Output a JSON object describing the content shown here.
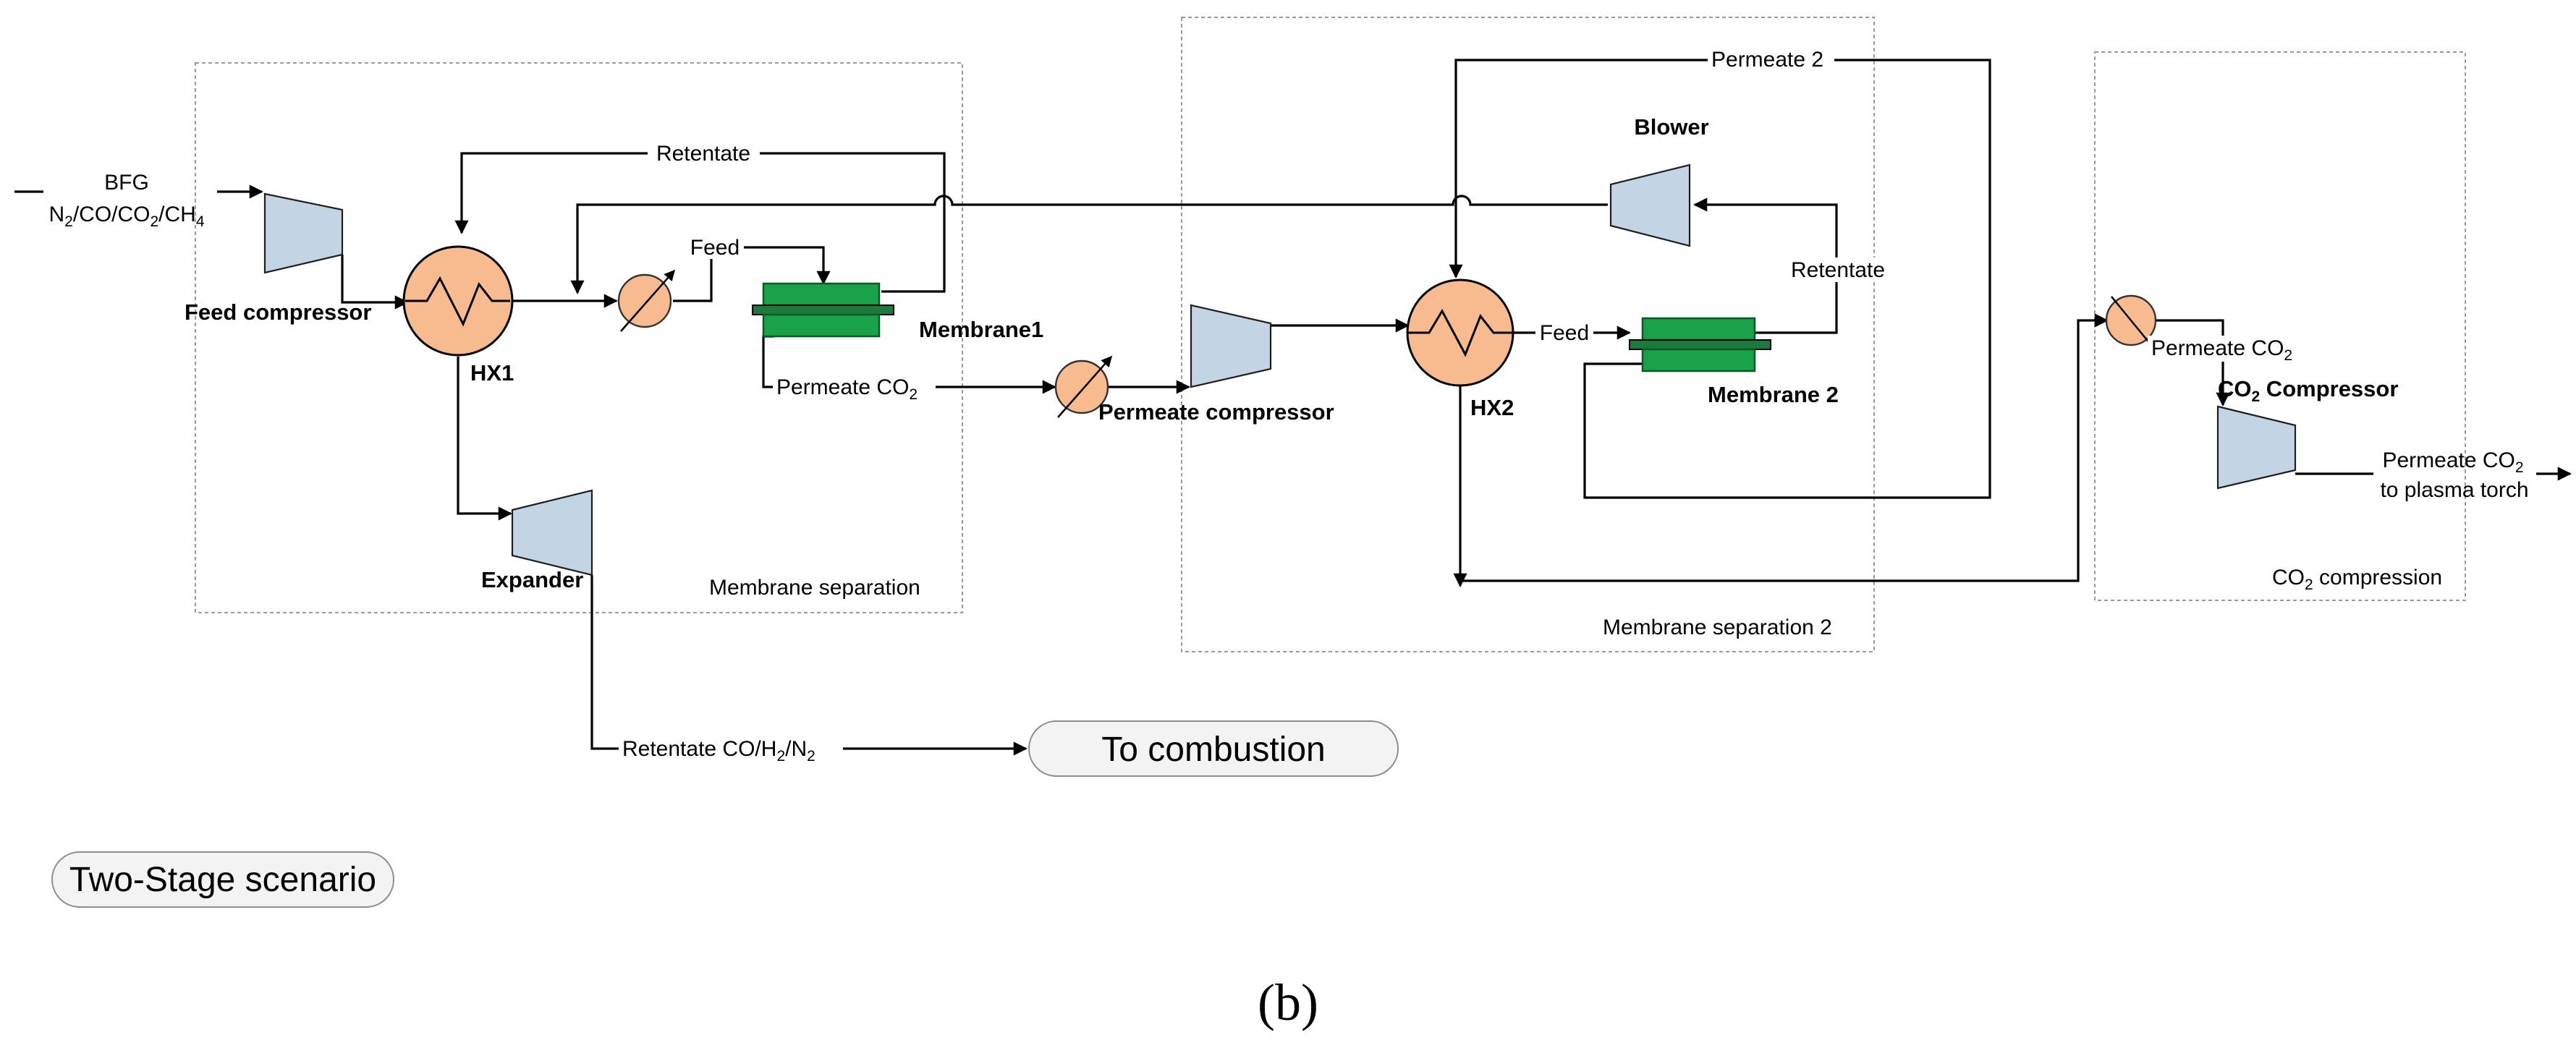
{
  "labels": {
    "bfg_line1": "BFG",
    "bfg_line2": [
      "N",
      "2",
      "/CO/CO",
      "2",
      "/CH",
      "4"
    ],
    "feed_compressor": "Feed compressor",
    "hx1": "HX1",
    "retentate_top": "Retentate",
    "feed1": "Feed",
    "membrane1": "Membrane1",
    "permeate_co2_1": [
      "Permeate CO",
      "2"
    ],
    "expander": "Expander",
    "membrane_separation": "Membrane separation",
    "retentate_out": [
      "Retentate CO/H",
      "2",
      "/N",
      "2"
    ],
    "permeate_compressor": "Permeate compressor",
    "permeate_2": "Permeate 2",
    "blower": "Blower",
    "retentate_2": "Retentate",
    "feed2": "Feed",
    "hx2": "HX2",
    "membrane2": "Membrane 2",
    "membrane_separation_2": "Membrane separation 2",
    "permeate_co2_3": [
      "Permeate CO",
      "2"
    ],
    "co2_compressor": [
      "CO",
      "2",
      " Compressor"
    ],
    "permeate_co2_out_line1": [
      "Permeate CO",
      "2"
    ],
    "permeate_co2_out_line2": "to plasma torch",
    "co2_compression": [
      "CO",
      "2",
      " compression"
    ]
  },
  "buttons": {
    "to_combustion": "To combustion",
    "scenario": "Two-Stage scenario"
  },
  "caption": "(b)",
  "colors": {
    "heat_exchanger": "#f7bb8f",
    "compressor": "#c3d4e4",
    "membrane": "#19a24a",
    "box_border": "#9a9a9a"
  },
  "icons": [
    "compressor-icon",
    "heat-exchanger-icon",
    "cooler-icon",
    "membrane-icon",
    "expander-icon",
    "blower-icon"
  ]
}
